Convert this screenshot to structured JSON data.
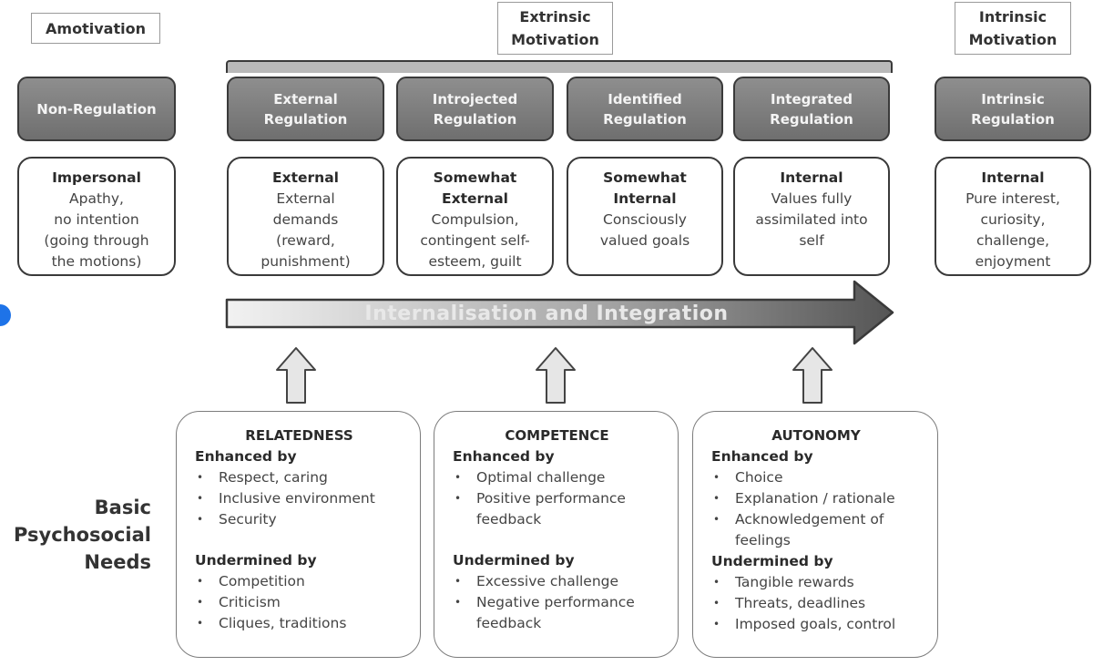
{
  "categories": {
    "amotivation": "Amotivation",
    "extrinsic": "Extrinsic\nMotivation",
    "intrinsic": "Intrinsic\nMotivation"
  },
  "regulations": [
    {
      "label": "Non-Regulation",
      "locus": "Impersonal",
      "description": "Apathy,\nno intention\n(going through\nthe motions)"
    },
    {
      "label": "External\nRegulation",
      "locus": "External",
      "description": "External\ndemands\n(reward,\npunishment)"
    },
    {
      "label": "Introjected\nRegulation",
      "locus": "Somewhat\nExternal",
      "description": "Compulsion,\ncontingent self-\nesteem, guilt"
    },
    {
      "label": "Identified\nRegulation",
      "locus": "Somewhat\nInternal",
      "description": "Consciously\nvalued goals"
    },
    {
      "label": "Integrated\nRegulation",
      "locus": "Internal",
      "description": "Values fully\nassimilated into\nself"
    },
    {
      "label": "Intrinsic\nRegulation",
      "locus": "Internal",
      "description": "Pure interest,\ncuriosity,\nchallenge,\nenjoyment"
    }
  ],
  "process_arrow": {
    "label": "Internalisation and Integration"
  },
  "needs_label": "Basic\nPsychosocial\nNeeds",
  "needs": [
    {
      "title": "RELATEDNESS",
      "enhanced_label": "Enhanced by",
      "enhanced": [
        "Respect, caring",
        "Inclusive environment",
        "Security"
      ],
      "undermined_label": "Undermined by",
      "undermined": [
        "Competition",
        "Criticism",
        "Cliques, traditions"
      ]
    },
    {
      "title": "COMPETENCE",
      "enhanced_label": "Enhanced by",
      "enhanced": [
        "Optimal challenge",
        "Positive performance feedback"
      ],
      "undermined_label": "Undermined by",
      "undermined": [
        "Excessive challenge",
        "Negative performance feedback"
      ]
    },
    {
      "title": "AUTONOMY",
      "enhanced_label": "Enhanced by",
      "enhanced": [
        "Choice",
        "Explanation / rationale",
        "Acknowledgement of feelings"
      ],
      "undermined_label": "Undermined by",
      "undermined": [
        "Tangible rewards",
        "Threats, deadlines",
        "Imposed goals, control"
      ]
    }
  ],
  "colors": {
    "regulation_fill": "#7f7f7f",
    "border": "#3a3a3a",
    "arrow_light": "#efefef",
    "arrow_dark": "#5a5a5a",
    "accent_dot": "#1e73e8"
  }
}
